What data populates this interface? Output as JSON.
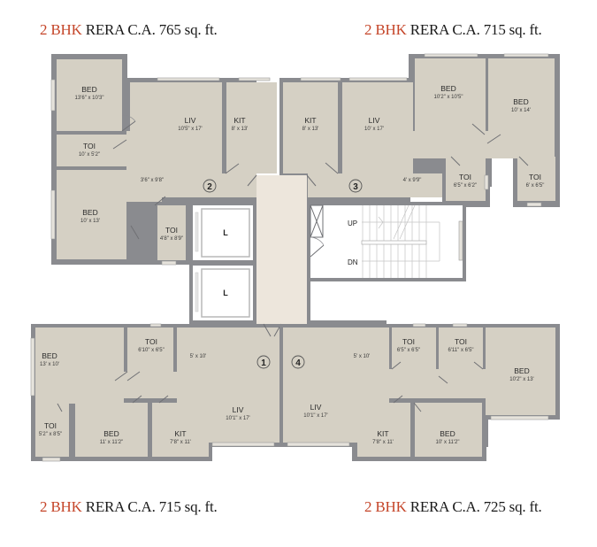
{
  "captions": {
    "top_left": {
      "bhk": "2 BHK",
      "rest": " RERA C.A. 765 sq. ft."
    },
    "top_right": {
      "bhk": "2 BHK",
      "rest": " RERA C.A. 715 sq. ft."
    },
    "bottom_left": {
      "bhk": "2 BHK",
      "rest": " RERA C.A. 715 sq. ft."
    },
    "bottom_right": {
      "bhk": "2 BHK",
      "rest": " RERA C.A. 725 sq. ft."
    }
  },
  "colors": {
    "bhk_accent": "#c5462a",
    "room_fill": "#d5d0c4",
    "lobby_fill": "#ede6dc",
    "wall": "#8a8b8f"
  },
  "units": {
    "unit2": {
      "number": "2",
      "rooms": [
        {
          "name": "BED",
          "dim": "13'6\" x 10'3\""
        },
        {
          "name": "TOI",
          "dim": "10' x 5'2\""
        },
        {
          "name": "LIV",
          "dim": "10'5\" x 17'"
        },
        {
          "name": "",
          "dim": "3'6\" x 9'8\""
        },
        {
          "name": "KIT",
          "dim": "8' x 13'"
        },
        {
          "name": "BED",
          "dim": "10' x 13'"
        },
        {
          "name": "TOI",
          "dim": "4'8\" x 8'9\""
        }
      ]
    },
    "unit3": {
      "number": "3",
      "rooms": [
        {
          "name": "KIT",
          "dim": "8' x 13'"
        },
        {
          "name": "LIV",
          "dim": "10' x 17'"
        },
        {
          "name": "",
          "dim": "4' x 9'9\""
        },
        {
          "name": "BED",
          "dim": "10'2\" x 10'5\""
        },
        {
          "name": "BED",
          "dim": "10' x 14'"
        },
        {
          "name": "TOI",
          "dim": "6'5\" x 6'2\""
        },
        {
          "name": "TOI",
          "dim": "6' x 6'5\""
        }
      ]
    },
    "unit1": {
      "number": "1",
      "rooms": [
        {
          "name": "BED",
          "dim": "13' x 10'"
        },
        {
          "name": "TOI",
          "dim": "6'10\" x 6'5\""
        },
        {
          "name": "",
          "dim": "5' x 10'"
        },
        {
          "name": "LIV",
          "dim": "10'1\" x 17'"
        },
        {
          "name": "TOI",
          "dim": "5'2\" x 8'5\""
        },
        {
          "name": "BED",
          "dim": "11' x 11'2\""
        },
        {
          "name": "KIT",
          "dim": "7'8\" x 11'"
        }
      ]
    },
    "unit4": {
      "number": "4",
      "rooms": [
        {
          "name": "",
          "dim": "5' x 10'"
        },
        {
          "name": "LIV",
          "dim": "10'1\" x 17'"
        },
        {
          "name": "TOI",
          "dim": "6'5\" x 6'5\""
        },
        {
          "name": "TOI",
          "dim": "6'11\" x 6'5\""
        },
        {
          "name": "BED",
          "dim": "10'2\" x 13'"
        },
        {
          "name": "KIT",
          "dim": "7'8\" x 11'"
        },
        {
          "name": "BED",
          "dim": "10' x 11'2\""
        }
      ]
    }
  },
  "core": {
    "lift_label": "L",
    "stair_up": "UP",
    "stair_down": "DN"
  }
}
